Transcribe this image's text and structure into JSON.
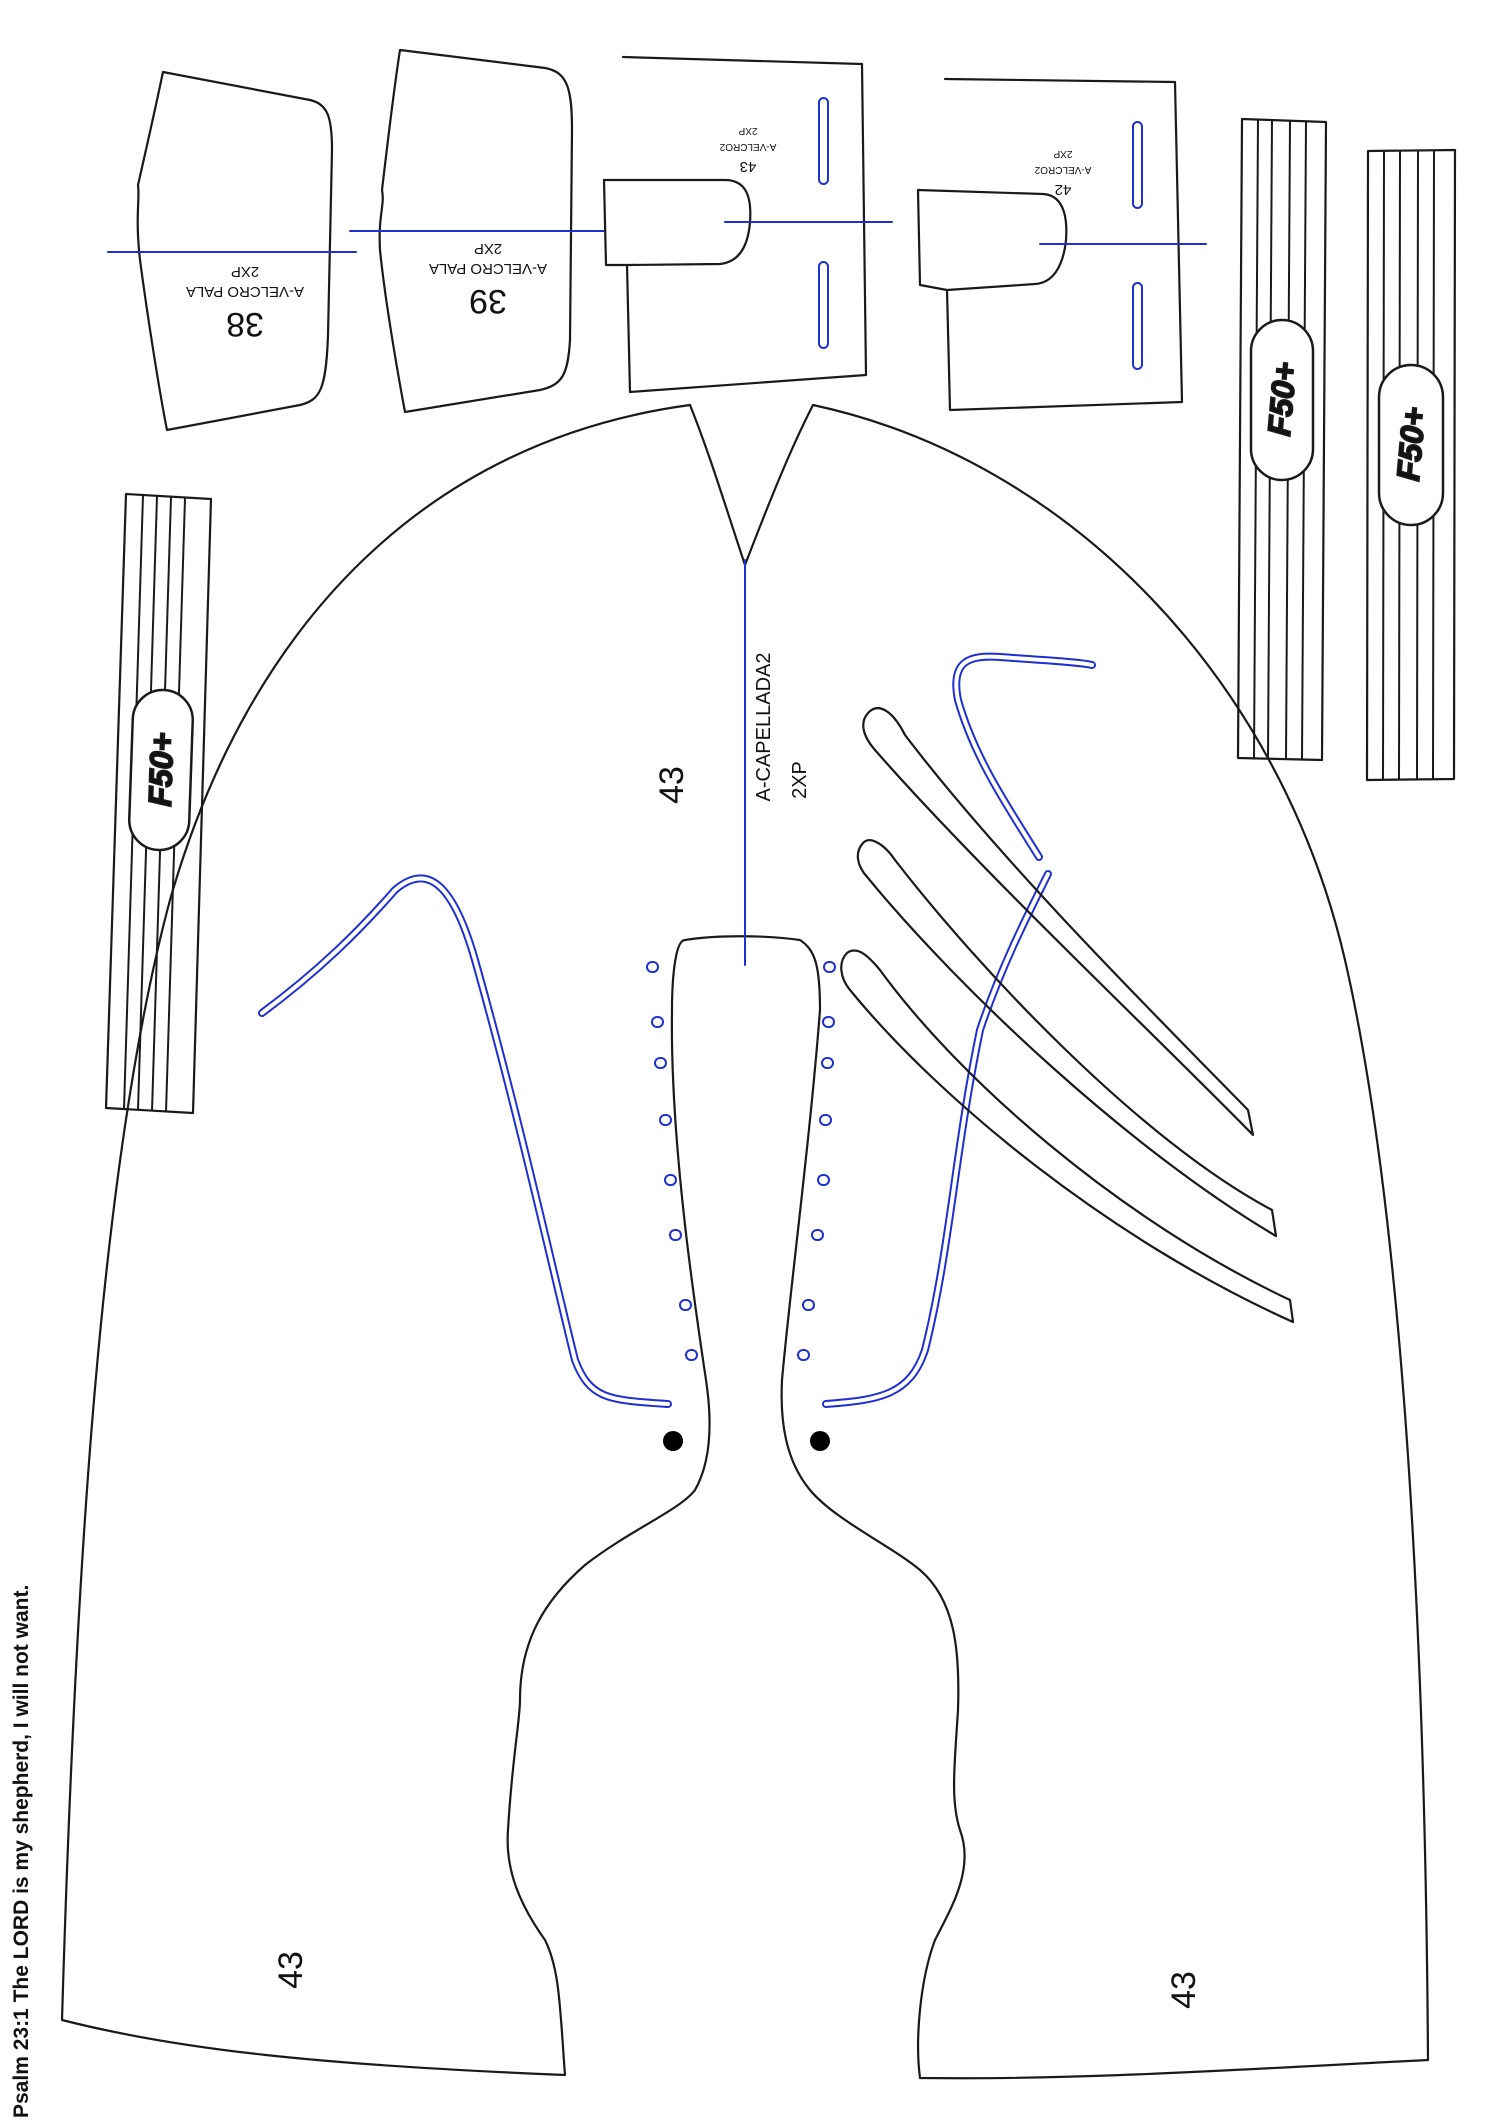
{
  "colors": {
    "cut_line": "#1a1a1a",
    "guide_line": "#1f2fd0",
    "marker": "#000000",
    "background": "#ffffff"
  },
  "side_caption": "Psalm 23:1 The LORD is my shepherd, I will not want.",
  "pieces": {
    "pala_38": {
      "size": "38",
      "name": "A-VELCRO PALA",
      "qty": "2XP"
    },
    "pala_39": {
      "size": "39",
      "name": "A-VELCRO PALA",
      "qty": "2XP"
    },
    "velcro2_43": {
      "size": "43",
      "name": "A-VELCRO2",
      "qty": "2XP"
    },
    "velcro2_42": {
      "size": "42",
      "name": "A-VELCRO2",
      "qty": "2XP"
    },
    "capellada": {
      "size": "43",
      "name": "A-CAPELLADA2",
      "qty": "2XP",
      "size_left": "43",
      "size_right": "43"
    }
  },
  "strap_logos": [
    "F50+",
    "F50+",
    "F50+"
  ]
}
